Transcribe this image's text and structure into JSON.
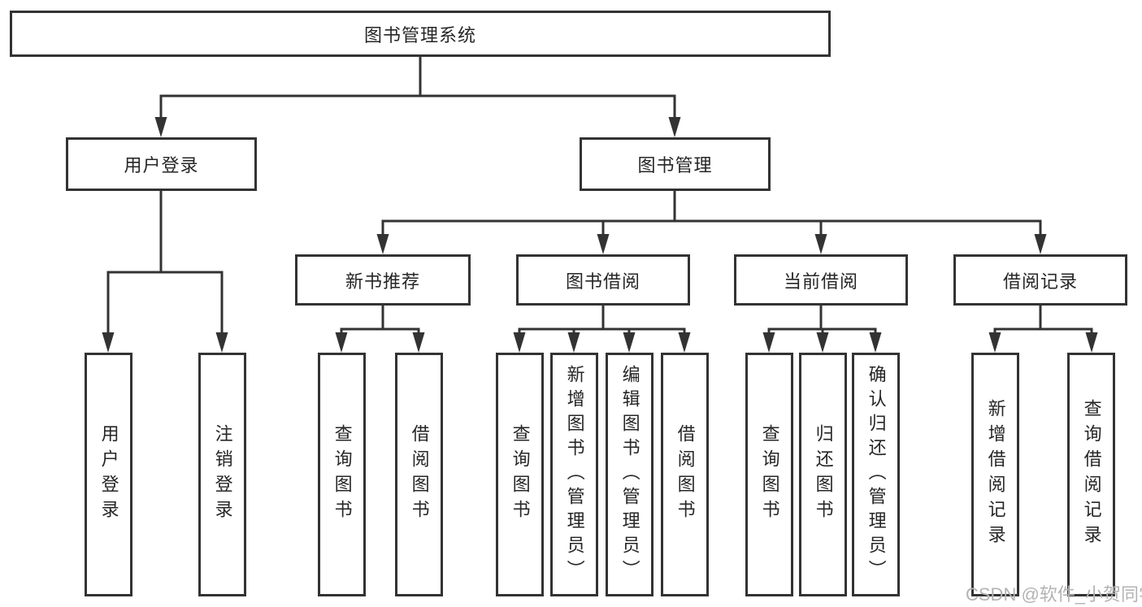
{
  "tree": {
    "label": "图书管理系统",
    "children": [
      {
        "label": "用户登录",
        "children": [
          {
            "label": "用户登录"
          },
          {
            "label": "注销登录"
          }
        ]
      },
      {
        "label": "图书管理",
        "children": [
          {
            "label": "新书推荐",
            "children": [
              {
                "label": "查询图书"
              },
              {
                "label": "借阅图书"
              }
            ]
          },
          {
            "label": "图书借阅",
            "children": [
              {
                "label": "查询图书"
              },
              {
                "label": "新增图书（管理员）"
              },
              {
                "label": "编辑图书（管理员）"
              },
              {
                "label": "借阅图书"
              }
            ]
          },
          {
            "label": "当前借阅",
            "children": [
              {
                "label": "查询图书"
              },
              {
                "label": "归还图书"
              },
              {
                "label": "确认归还（管理员）"
              }
            ]
          },
          {
            "label": "借阅记录",
            "children": [
              {
                "label": "新增借阅记录"
              },
              {
                "label": "查询借阅记录"
              }
            ]
          }
        ]
      }
    ]
  },
  "watermark": {
    "text": "CSDN @软件_小贺同学"
  },
  "colors": {
    "line": "#333333",
    "text": "#262626",
    "watermark": "#b3b3b3",
    "background": "#ffffff"
  }
}
